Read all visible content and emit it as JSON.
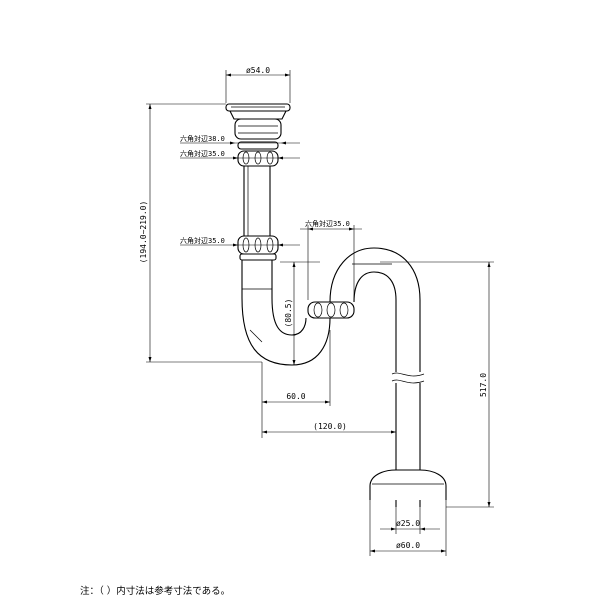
{
  "drawing": {
    "dims": {
      "top_dia": "ø54.0",
      "hex_380": "六角対辺38.0",
      "hex_350_a": "六角対辺35.0",
      "hex_350_b": "六角対辺35.0",
      "hex_350_c": "六角対辺35.0",
      "height_range": "(194.0~219.0)",
      "height_805": "(80.5)",
      "width_60": "60.0",
      "width_120": "(120.0)",
      "height_517": "517.0",
      "base_250": "ø25.0",
      "base_600": "ø60.0"
    },
    "note": "注：（ ）内寸法は参考寸法である。"
  }
}
